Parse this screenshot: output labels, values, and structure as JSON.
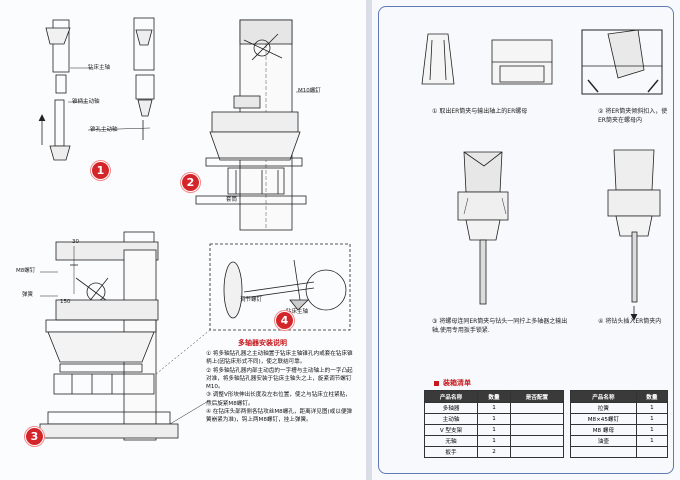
{
  "left_page": {
    "labels": {
      "drill_spindle": "钻床主轴",
      "taper_shank_spindle": "锥柄主动轴",
      "taper_hole_spindle": "锥孔主动轴",
      "m10_screw": "M10螺钉",
      "quill_sleeve": "套筒",
      "m8_screw": "M8螺钉",
      "spring": "弹簧",
      "dim_30": "30",
      "dim_150": "150",
      "adjust_screw": "调节螺钉",
      "drill_spindle_2": "钻床主轴"
    },
    "steps": [
      "1",
      "2",
      "3",
      "4"
    ],
    "instructions_title": "多轴器安装说明",
    "instructions": [
      "① 将多轴钻孔器之主动轴置于钻床主轴锥孔内或套在钻床锥柄上(因钻床形式不同)，使之联结可靠。",
      "② 将多轴钻孔器内部主动齿的一字槽与主动轴上的一字凸起对准，将多轴钻孔器安装于钻床主轴头之上，旋紧调节螺钉M10。",
      "③ 调整V形块伸出长度及左右位置，使之与钻床立柱紧贴，然后旋紧M8螺钉。",
      "④ 在钻床头部两侧各钻攻丝M8螺孔，距离详见图(或以便弹簧崩紧为准)，钩上两M8螺钉，挂上弹簧。"
    ]
  },
  "right_page": {
    "captions": [
      {
        "num": "①",
        "text": "取出ER筒夹与输出轴上的ER螺母"
      },
      {
        "num": "②",
        "text": "将ER筒夹倾斜扣入，使ER筒夹在螺母内"
      },
      {
        "num": "③",
        "text": "将螺母连同ER筒夹与钻头一同拧上多轴器之输出轴,使用专用扳手锁紧."
      },
      {
        "num": "④",
        "text": "将钻头插入ER筒夹内"
      }
    ],
    "packing_title": "装箱清单",
    "packing_headers": [
      "产品名称",
      "数量",
      "是否配置",
      "产品名称",
      "数量"
    ],
    "packing_left": [
      {
        "name": "多轴器",
        "qty": "1",
        "cfg": ""
      },
      {
        "name": "主动轴",
        "qty": "1",
        "cfg": ""
      },
      {
        "name": "V 型支架",
        "qty": "1",
        "cfg": ""
      },
      {
        "name": "无轴",
        "qty": "1",
        "cfg": ""
      },
      {
        "name": "扳手",
        "qty": "2",
        "cfg": ""
      }
    ],
    "packing_right": [
      {
        "name": "拉簧",
        "qty": "1"
      },
      {
        "name": "M8×45螺钉",
        "qty": "1"
      },
      {
        "name": "M8 螺母",
        "qty": "1"
      },
      {
        "name": "油壶",
        "qty": "1"
      },
      {
        "name": "",
        "qty": ""
      }
    ]
  }
}
